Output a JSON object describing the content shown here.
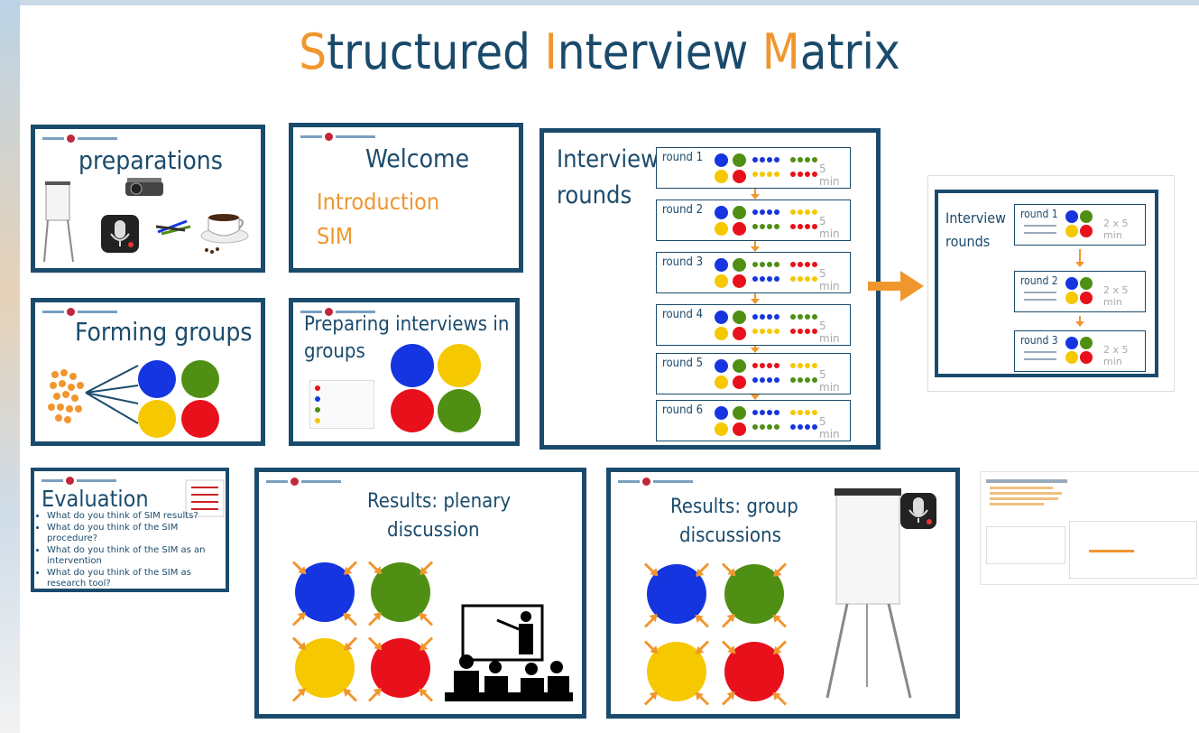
{
  "title": {
    "S": "S",
    "tructured": "tructured ",
    "I": "I",
    "nterview": "nterview ",
    "M": "M",
    "atrix": "atrix"
  },
  "slides": {
    "preparations": {
      "heading": "preparations"
    },
    "welcome": {
      "heading": "Welcome",
      "line1": "Introduction",
      "line2": "SIM"
    },
    "forming": {
      "heading": "Forming groups"
    },
    "preparing": {
      "heading_line1": "Preparing interviews in",
      "heading_line2": "groups"
    },
    "evaluation": {
      "heading": "Evaluation",
      "bullets": [
        "What do you think of SIM results?",
        "What do you think of the SIM procedure?",
        "What do you think of the SIM as an intervention",
        "What do you think of the SIM as research tool?"
      ]
    },
    "plenary": {
      "heading_line1": "Results: plenary",
      "heading_line2": "discussion"
    },
    "group_disc": {
      "heading_line1": "Results: group",
      "heading_line2": "discussions"
    }
  },
  "interview_rounds": {
    "heading_line1": "Interview",
    "heading_line2": "rounds",
    "rounds": [
      {
        "label": "round 1",
        "time": "5 min"
      },
      {
        "label": "round 2",
        "time": "5 min"
      },
      {
        "label": "round 3",
        "time": "5 min"
      },
      {
        "label": "round 4",
        "time": "5 min"
      },
      {
        "label": "round 5",
        "time": "5 min"
      },
      {
        "label": "round 6",
        "time": "5 min"
      }
    ]
  },
  "interview_rounds_small": {
    "heading_line1": "Interview",
    "heading_line2": "rounds",
    "rounds": [
      {
        "label": "round 1",
        "time": "2 x 5 min"
      },
      {
        "label": "round 2",
        "time": "2 x 5 min"
      },
      {
        "label": "round 3",
        "time": "2 x 5 min"
      }
    ]
  },
  "colors": {
    "frame": "#1b4b6c",
    "accent": "#f0962e",
    "blue": "#1535e0",
    "green": "#4f8f14",
    "yellow": "#f5c800",
    "red": "#e8101a"
  },
  "icons": [
    "flipchart-icon",
    "projector-icon",
    "microphone-icon",
    "markers-icon",
    "coffee-cup-icon",
    "orange-arrow-icon",
    "audience-icon"
  ]
}
